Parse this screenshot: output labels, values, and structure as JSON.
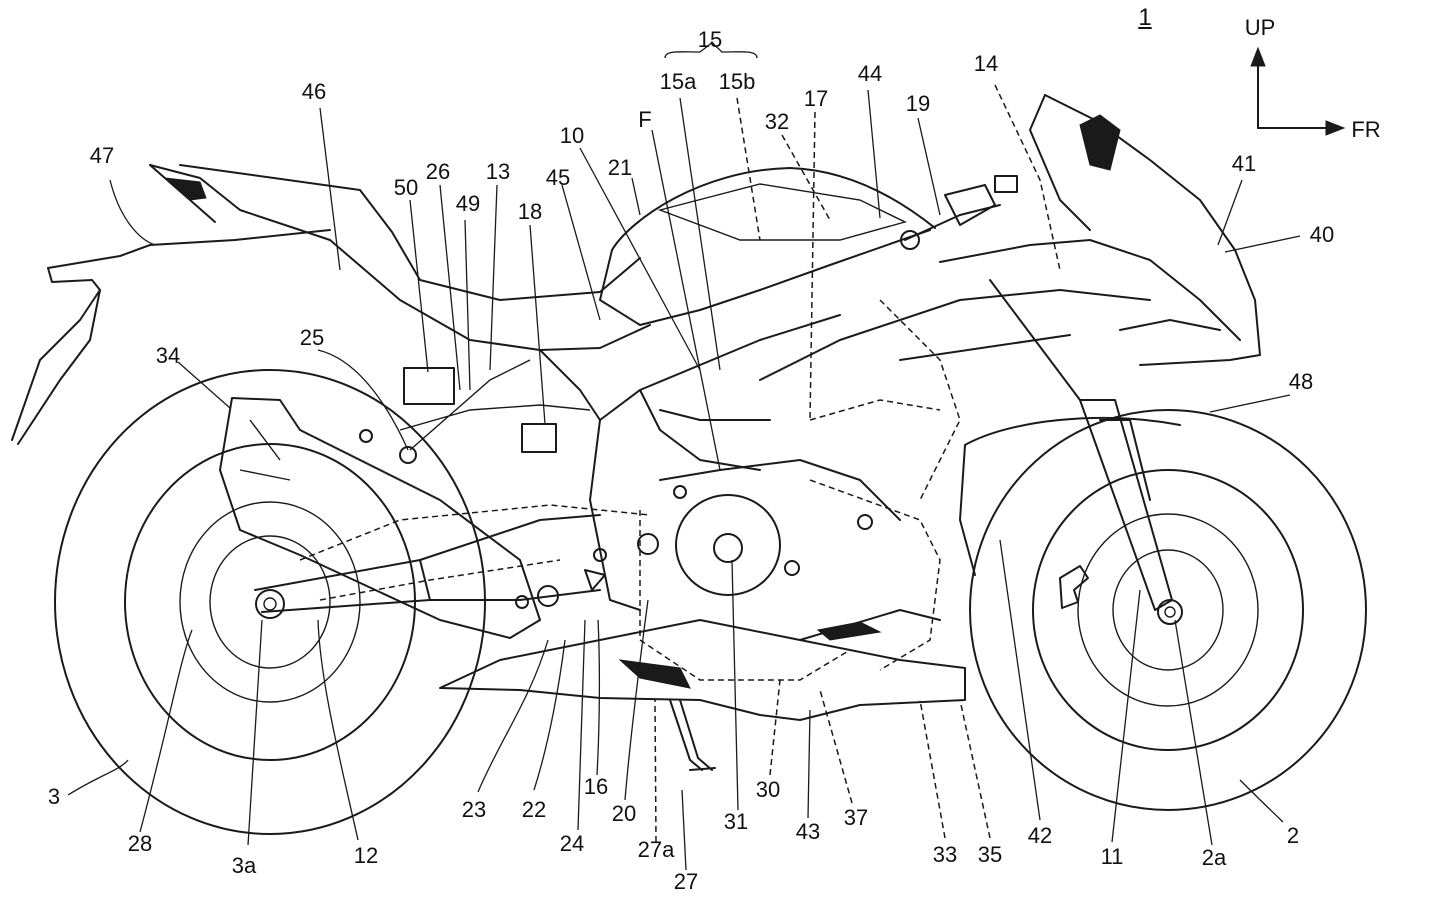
{
  "figure": {
    "number": "1"
  },
  "orientation": {
    "up": "UP",
    "front": "FR"
  },
  "labels": [
    {
      "id": "lbl-1",
      "text": "1"
    },
    {
      "id": "lbl-2",
      "text": "2"
    },
    {
      "id": "lbl-2a",
      "text": "2a"
    },
    {
      "id": "lbl-3",
      "text": "3"
    },
    {
      "id": "lbl-3a",
      "text": "3a"
    },
    {
      "id": "lbl-10",
      "text": "10"
    },
    {
      "id": "lbl-11",
      "text": "11"
    },
    {
      "id": "lbl-12",
      "text": "12"
    },
    {
      "id": "lbl-13",
      "text": "13"
    },
    {
      "id": "lbl-14",
      "text": "14"
    },
    {
      "id": "lbl-15",
      "text": "15"
    },
    {
      "id": "lbl-15a",
      "text": "15a"
    },
    {
      "id": "lbl-15b",
      "text": "15b"
    },
    {
      "id": "lbl-16",
      "text": "16"
    },
    {
      "id": "lbl-17",
      "text": "17"
    },
    {
      "id": "lbl-18",
      "text": "18"
    },
    {
      "id": "lbl-19",
      "text": "19"
    },
    {
      "id": "lbl-20",
      "text": "20"
    },
    {
      "id": "lbl-21",
      "text": "21"
    },
    {
      "id": "lbl-22",
      "text": "22"
    },
    {
      "id": "lbl-23",
      "text": "23"
    },
    {
      "id": "lbl-24",
      "text": "24"
    },
    {
      "id": "lbl-25",
      "text": "25"
    },
    {
      "id": "lbl-26",
      "text": "26"
    },
    {
      "id": "lbl-27",
      "text": "27"
    },
    {
      "id": "lbl-27a",
      "text": "27a"
    },
    {
      "id": "lbl-28",
      "text": "28"
    },
    {
      "id": "lbl-30",
      "text": "30"
    },
    {
      "id": "lbl-31",
      "text": "31"
    },
    {
      "id": "lbl-32",
      "text": "32"
    },
    {
      "id": "lbl-33",
      "text": "33"
    },
    {
      "id": "lbl-34",
      "text": "34"
    },
    {
      "id": "lbl-35",
      "text": "35"
    },
    {
      "id": "lbl-37",
      "text": "37"
    },
    {
      "id": "lbl-40",
      "text": "40"
    },
    {
      "id": "lbl-41",
      "text": "41"
    },
    {
      "id": "lbl-42",
      "text": "42"
    },
    {
      "id": "lbl-43",
      "text": "43"
    },
    {
      "id": "lbl-44",
      "text": "44"
    },
    {
      "id": "lbl-45",
      "text": "45"
    },
    {
      "id": "lbl-46",
      "text": "46"
    },
    {
      "id": "lbl-47",
      "text": "47"
    },
    {
      "id": "lbl-48",
      "text": "48"
    },
    {
      "id": "lbl-49",
      "text": "49"
    },
    {
      "id": "lbl-50",
      "text": "50"
    },
    {
      "id": "lbl-F",
      "text": "F"
    }
  ]
}
